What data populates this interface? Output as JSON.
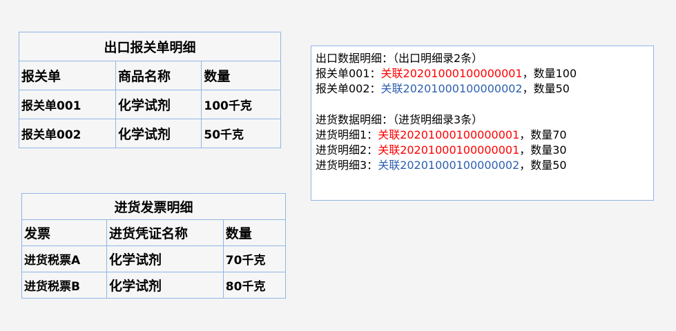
{
  "export_table": {
    "title": "出口报关单明细",
    "headers": [
      "报关单",
      "商品名称",
      "数量"
    ],
    "rows": [
      [
        "报关单001",
        "化学试剂",
        "100千克"
      ],
      [
        "报关单002",
        "化学试剂",
        "50千克"
      ]
    ]
  },
  "purchase_table": {
    "title": "进货发票明细",
    "headers": [
      "发票",
      "进货凭证名称",
      "数量"
    ],
    "rows": [
      [
        "进货税票A",
        "化学试剂",
        "70千克"
      ],
      [
        "进货税票B",
        "化学试剂",
        "80千克"
      ]
    ]
  },
  "detail_box": {
    "export_heading": "出口数据明细：（出口明细录2条）",
    "export_lines": [
      {
        "prefix": "报关单001：",
        "link": "关联20201000100000001",
        "suffix": "，数量100",
        "link_color": "#ff0000"
      },
      {
        "prefix": "报关单002：",
        "link": "关联20201000100000002",
        "suffix": "，数量50",
        "link_color": "#2e5fb0"
      }
    ],
    "purchase_heading": "进货数据明细：（进货明细录3条）",
    "purchase_lines": [
      {
        "prefix": "进货明细1：",
        "link": "关联20201000100000001",
        "suffix": "，数量70",
        "link_color": "#ff0000"
      },
      {
        "prefix": "进货明细2：",
        "link": "关联20201000100000001",
        "suffix": "，数量30",
        "link_color": "#ff0000"
      },
      {
        "prefix": "进货明细3：",
        "link": "关联20201000100000002",
        "suffix": "，数量50",
        "link_color": "#2e5fb0"
      }
    ]
  },
  "colors": {
    "border": "#8fb5e3",
    "red_link": "#ff0000",
    "blue_link": "#2e5fb0"
  }
}
